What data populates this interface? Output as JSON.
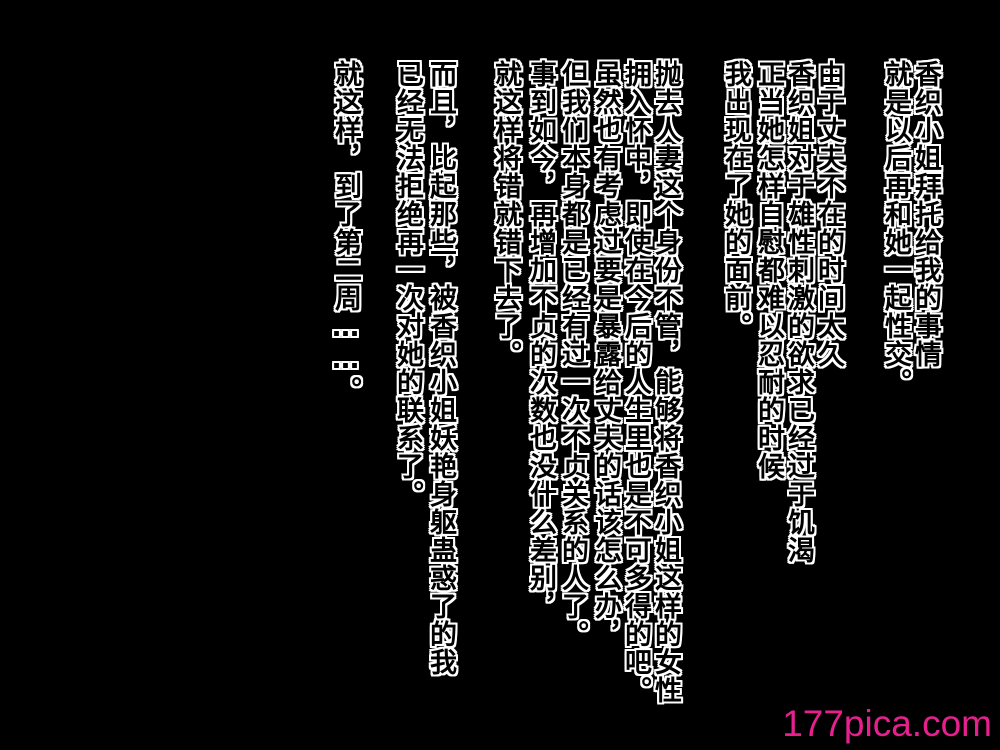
{
  "paragraphs": [
    {
      "lines": [
        "香织小姐拜托给我的事情",
        "就是以后再和她一起性交。"
      ]
    },
    {
      "lines": [
        "由于丈夫不在的时间太久",
        "香织姐对于雄性刺激的欲求已经过于饥渴",
        "正当她怎样自慰都难以忍耐的时候",
        "我出现在了她的面前。"
      ]
    },
    {
      "lines": [
        "抛去人妻这个身份不管，能够将香织小姐这样的女性",
        "拥入怀中，即使在今后的人生里也是不可多得的吧。",
        "虽然也有考虑过要是暴露给丈夫的话该怎么办，",
        "但我们本身都是已经有过一次不贞关系的人了。",
        "事到如今，再增加不贞的次数也没什么差别，",
        "就这样将错就错下去了。"
      ]
    },
    {
      "lines": [
        "而且，比起那些，被香织小姐妖艳身躯蛊惑了的我",
        "已经无法拒绝再一次对她的联系了。"
      ]
    },
    {
      "lines": [
        "就这样，到了第二周……。"
      ]
    }
  ],
  "watermark": "177pica.com",
  "colors": {
    "background": "#000000",
    "text_fill": "#000000",
    "text_outline": "#ffffff",
    "watermark": "#e8208f"
  }
}
